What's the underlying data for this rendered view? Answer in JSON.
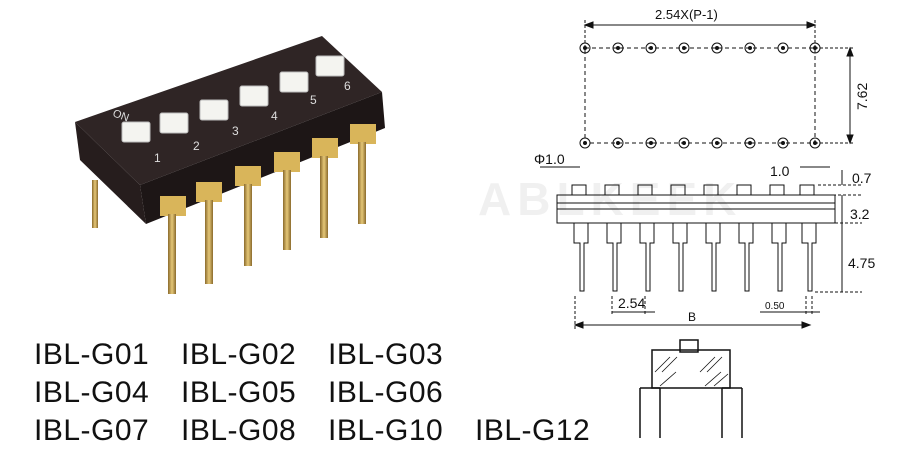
{
  "component": {
    "switch_state_label": "ON",
    "switch_numbers": [
      "1",
      "2",
      "3",
      "4",
      "5",
      "6"
    ]
  },
  "models": [
    [
      "IBL-G01",
      "IBL-G02",
      "IBL-G03"
    ],
    [
      "IBL-G04",
      "IBL-G05",
      "IBL-G06"
    ],
    [
      "IBL-G07",
      "IBL-G08",
      "IBL-G10",
      "IBL-G12"
    ]
  ],
  "dimensions": {
    "pitch_formula": "2.54X(P-1)",
    "row_spacing": "7.62",
    "hole_diameter": "Φ1.0",
    "key_width": "1.0",
    "key_height": "0.7",
    "body_height": "3.2",
    "pin_length": "4.75",
    "pin_pitch": "2.54",
    "pin_thickness": "0.50",
    "overall_length": "B"
  },
  "watermark": "ABLKEEK",
  "colors": {
    "body": "#2b2020",
    "actuator": "#f2f2ee",
    "pin": "#c9a04a",
    "line": "#111111"
  }
}
